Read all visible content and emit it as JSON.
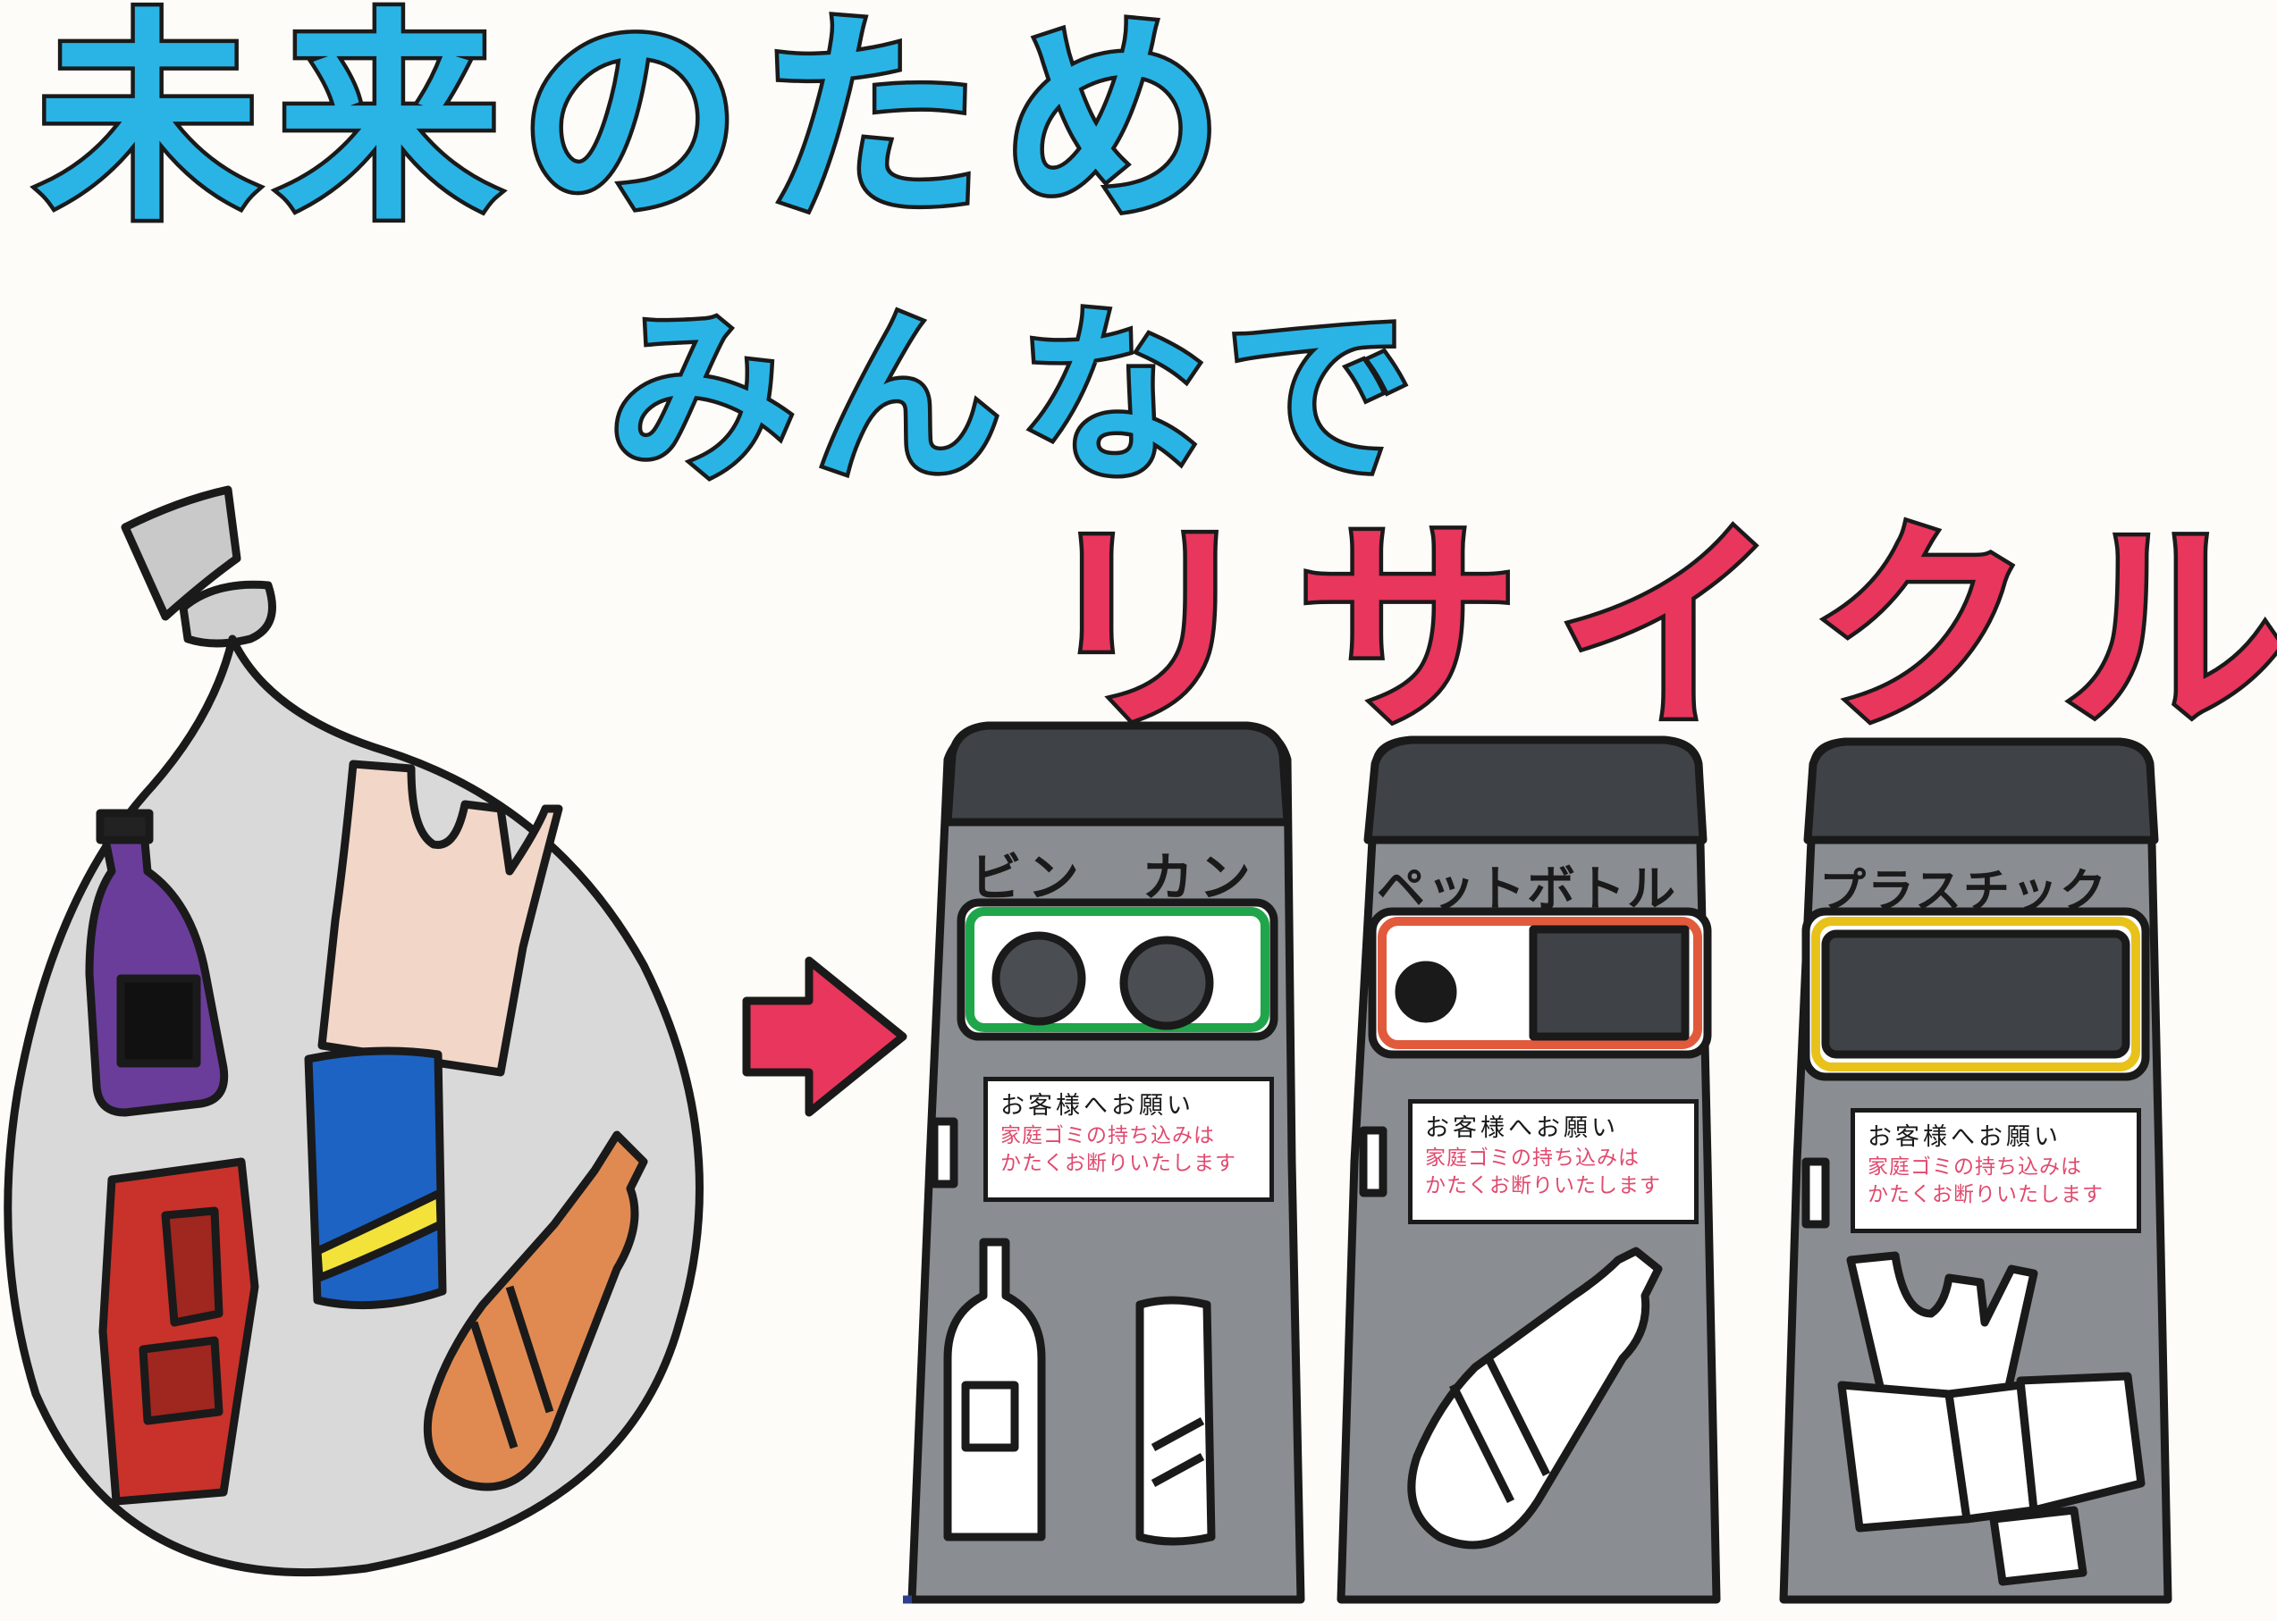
{
  "poster": {
    "title_line1": "未来のため",
    "title_line2": "みんなで",
    "title_line3": "リサイクル"
  },
  "colors": {
    "title_blue": "#2ab4e6",
    "title_red": "#e8365c",
    "bin_body": "#8a8d91",
    "bin_dark": "#3f4246",
    "bin_edge": "#2e3f8c",
    "arrow": "#e8365c",
    "bag": "#d9d9d9",
    "ring_glass_can": "#1fa64a",
    "ring_pet": "#e25a3c",
    "ring_plastic": "#e8c21a",
    "notice_text": "#e04a6e"
  },
  "bins": [
    {
      "label": "ビン　カン",
      "notice_line1": "お客様へお願い",
      "notice_line2": "家庭ゴミの持ち込みは",
      "notice_line3": "かたくお断りいたします"
    },
    {
      "label": "ペットボトル",
      "notice_line1": "お客様へお願い",
      "notice_line2": "家庭ゴミの持ち込みは",
      "notice_line3": "かたくお断りいたします"
    },
    {
      "label": "プラスチック",
      "notice_line1": "お客様へお願い",
      "notice_line2": "家庭ゴミの持ち込みは",
      "notice_line3": "かたくお断りいたします"
    }
  ]
}
